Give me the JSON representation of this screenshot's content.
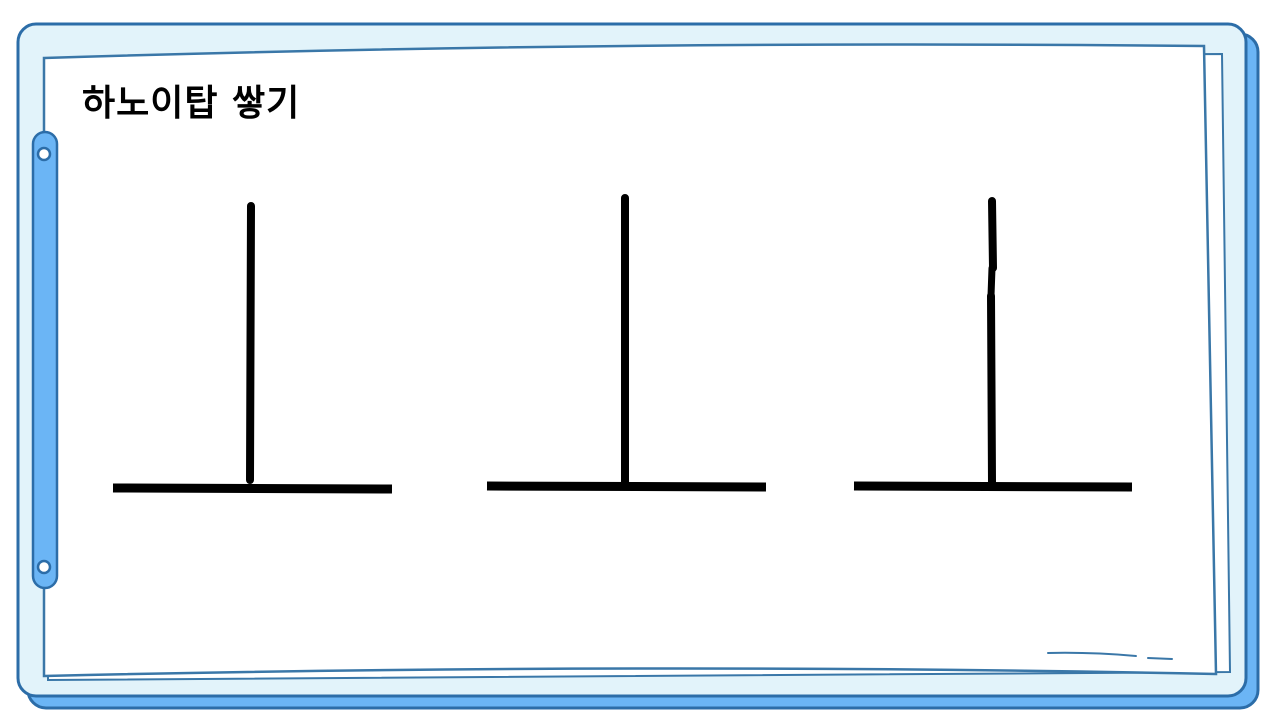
{
  "slide": {
    "title": "하노이탑 쌓기"
  },
  "colors": {
    "frame_outer_fill": "#6BB5F5",
    "frame_outer_stroke": "#2C6DA8",
    "frame_inner_fill": "#E2F3FA",
    "paper_fill": "#FFFFFF",
    "paper_stroke": "#3A77A8",
    "ink": "#000000"
  },
  "icons": {
    "binder_rings": "binder-ring-icon",
    "pegs": "hanoi-peg-icon"
  },
  "towers": [
    {
      "name": "peg-1"
    },
    {
      "name": "peg-2"
    },
    {
      "name": "peg-3"
    }
  ]
}
